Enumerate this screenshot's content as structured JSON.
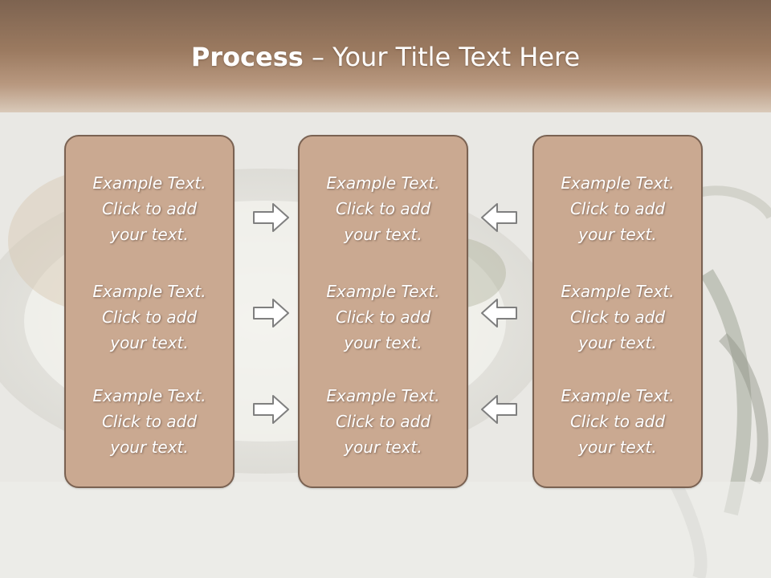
{
  "slide": {
    "title_bold": "Process",
    "title_rest": " – Your Title Text Here"
  },
  "columns": [
    {
      "items": [
        {
          "line1": "Example Text.",
          "line2": "Click  to add",
          "line3": "your text."
        },
        {
          "line1": "Example Text.",
          "line2": "Click  to add",
          "line3": "your text."
        },
        {
          "line1": "Example Text.",
          "line2": "Click  to add",
          "line3": "your text."
        }
      ]
    },
    {
      "items": [
        {
          "line1": "Example Text.",
          "line2": "Click  to add",
          "line3": "your text."
        },
        {
          "line1": "Example Text.",
          "line2": "Click  to add",
          "line3": "your text."
        },
        {
          "line1": "Example Text.",
          "line2": "Click  to add",
          "line3": "your text."
        }
      ]
    },
    {
      "items": [
        {
          "line1": "Example Text.",
          "line2": "Click  to add",
          "line3": "your text."
        },
        {
          "line1": "Example Text.",
          "line2": "Click  to add",
          "line3": "your text."
        },
        {
          "line1": "Example Text.",
          "line2": "Click  to add",
          "line3": "your text."
        }
      ]
    }
  ],
  "arrows": {
    "left_group": [
      "right-arrow-icon",
      "right-arrow-icon",
      "right-arrow-icon"
    ],
    "right_group": [
      "left-arrow-icon",
      "left-arrow-icon",
      "left-arrow-icon"
    ]
  },
  "colors": {
    "box_fill": "#caa991",
    "box_border": "#7a6252",
    "title_band": "#8f705a",
    "arrow_stroke": "#7f7f7f"
  }
}
